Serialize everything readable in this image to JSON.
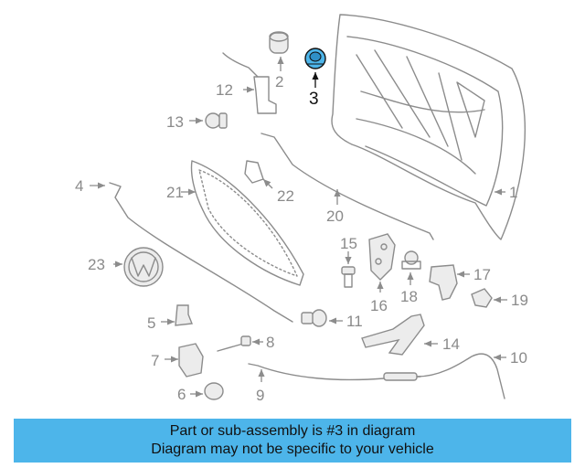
{
  "diagram": {
    "highlight_color": "#4db5ea",
    "highlighted_part": "3",
    "callouts": {
      "c1": "1",
      "c2": "2",
      "c3": "3",
      "c4": "4",
      "c5": "5",
      "c6": "6",
      "c7": "7",
      "c8": "8",
      "c9": "9",
      "c10": "10",
      "c11": "11",
      "c12": "12",
      "c13": "13",
      "c14": "14",
      "c15": "15",
      "c16": "16",
      "c17": "17",
      "c18": "18",
      "c19": "19",
      "c20": "20",
      "c21": "21",
      "c22": "22",
      "c23": "23"
    }
  },
  "banner": {
    "line1": "Part or sub-assembly is #3 in diagram",
    "line2": "Diagram may not be specific to your vehicle",
    "background": "#4db5ea"
  }
}
